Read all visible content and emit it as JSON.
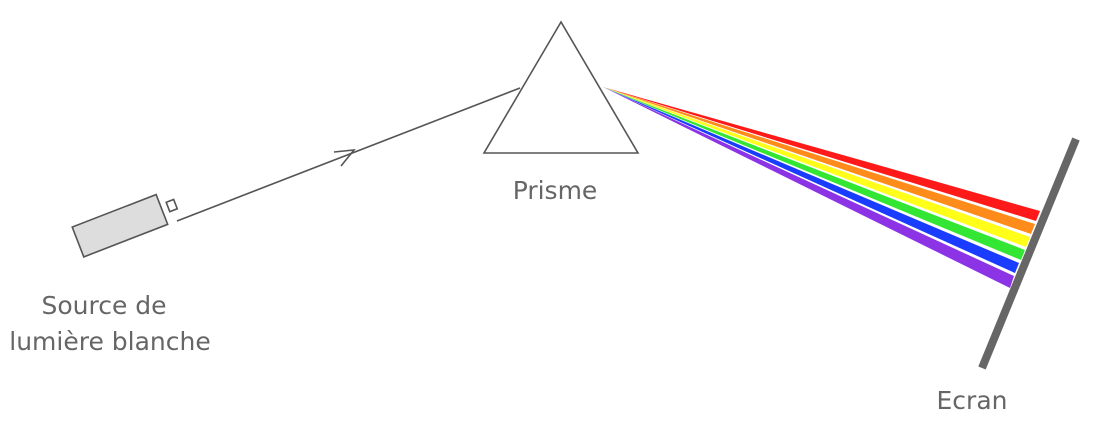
{
  "labels": {
    "source_line1": "Source de",
    "source_line2": "lumière blanche",
    "prism": "Prisme",
    "screen": "Ecran"
  },
  "colors": {
    "stroke": "#555555",
    "label": "#666666",
    "source_fill": "#dddddd",
    "screen": "#666666",
    "spectrum": [
      "#ff1a1a",
      "#ff8c1a",
      "#ffff1a",
      "#33e633",
      "#1a3cff",
      "#8c33e6"
    ]
  },
  "spectrum_names": [
    "red",
    "orange",
    "yellow",
    "green",
    "blue",
    "violet"
  ]
}
